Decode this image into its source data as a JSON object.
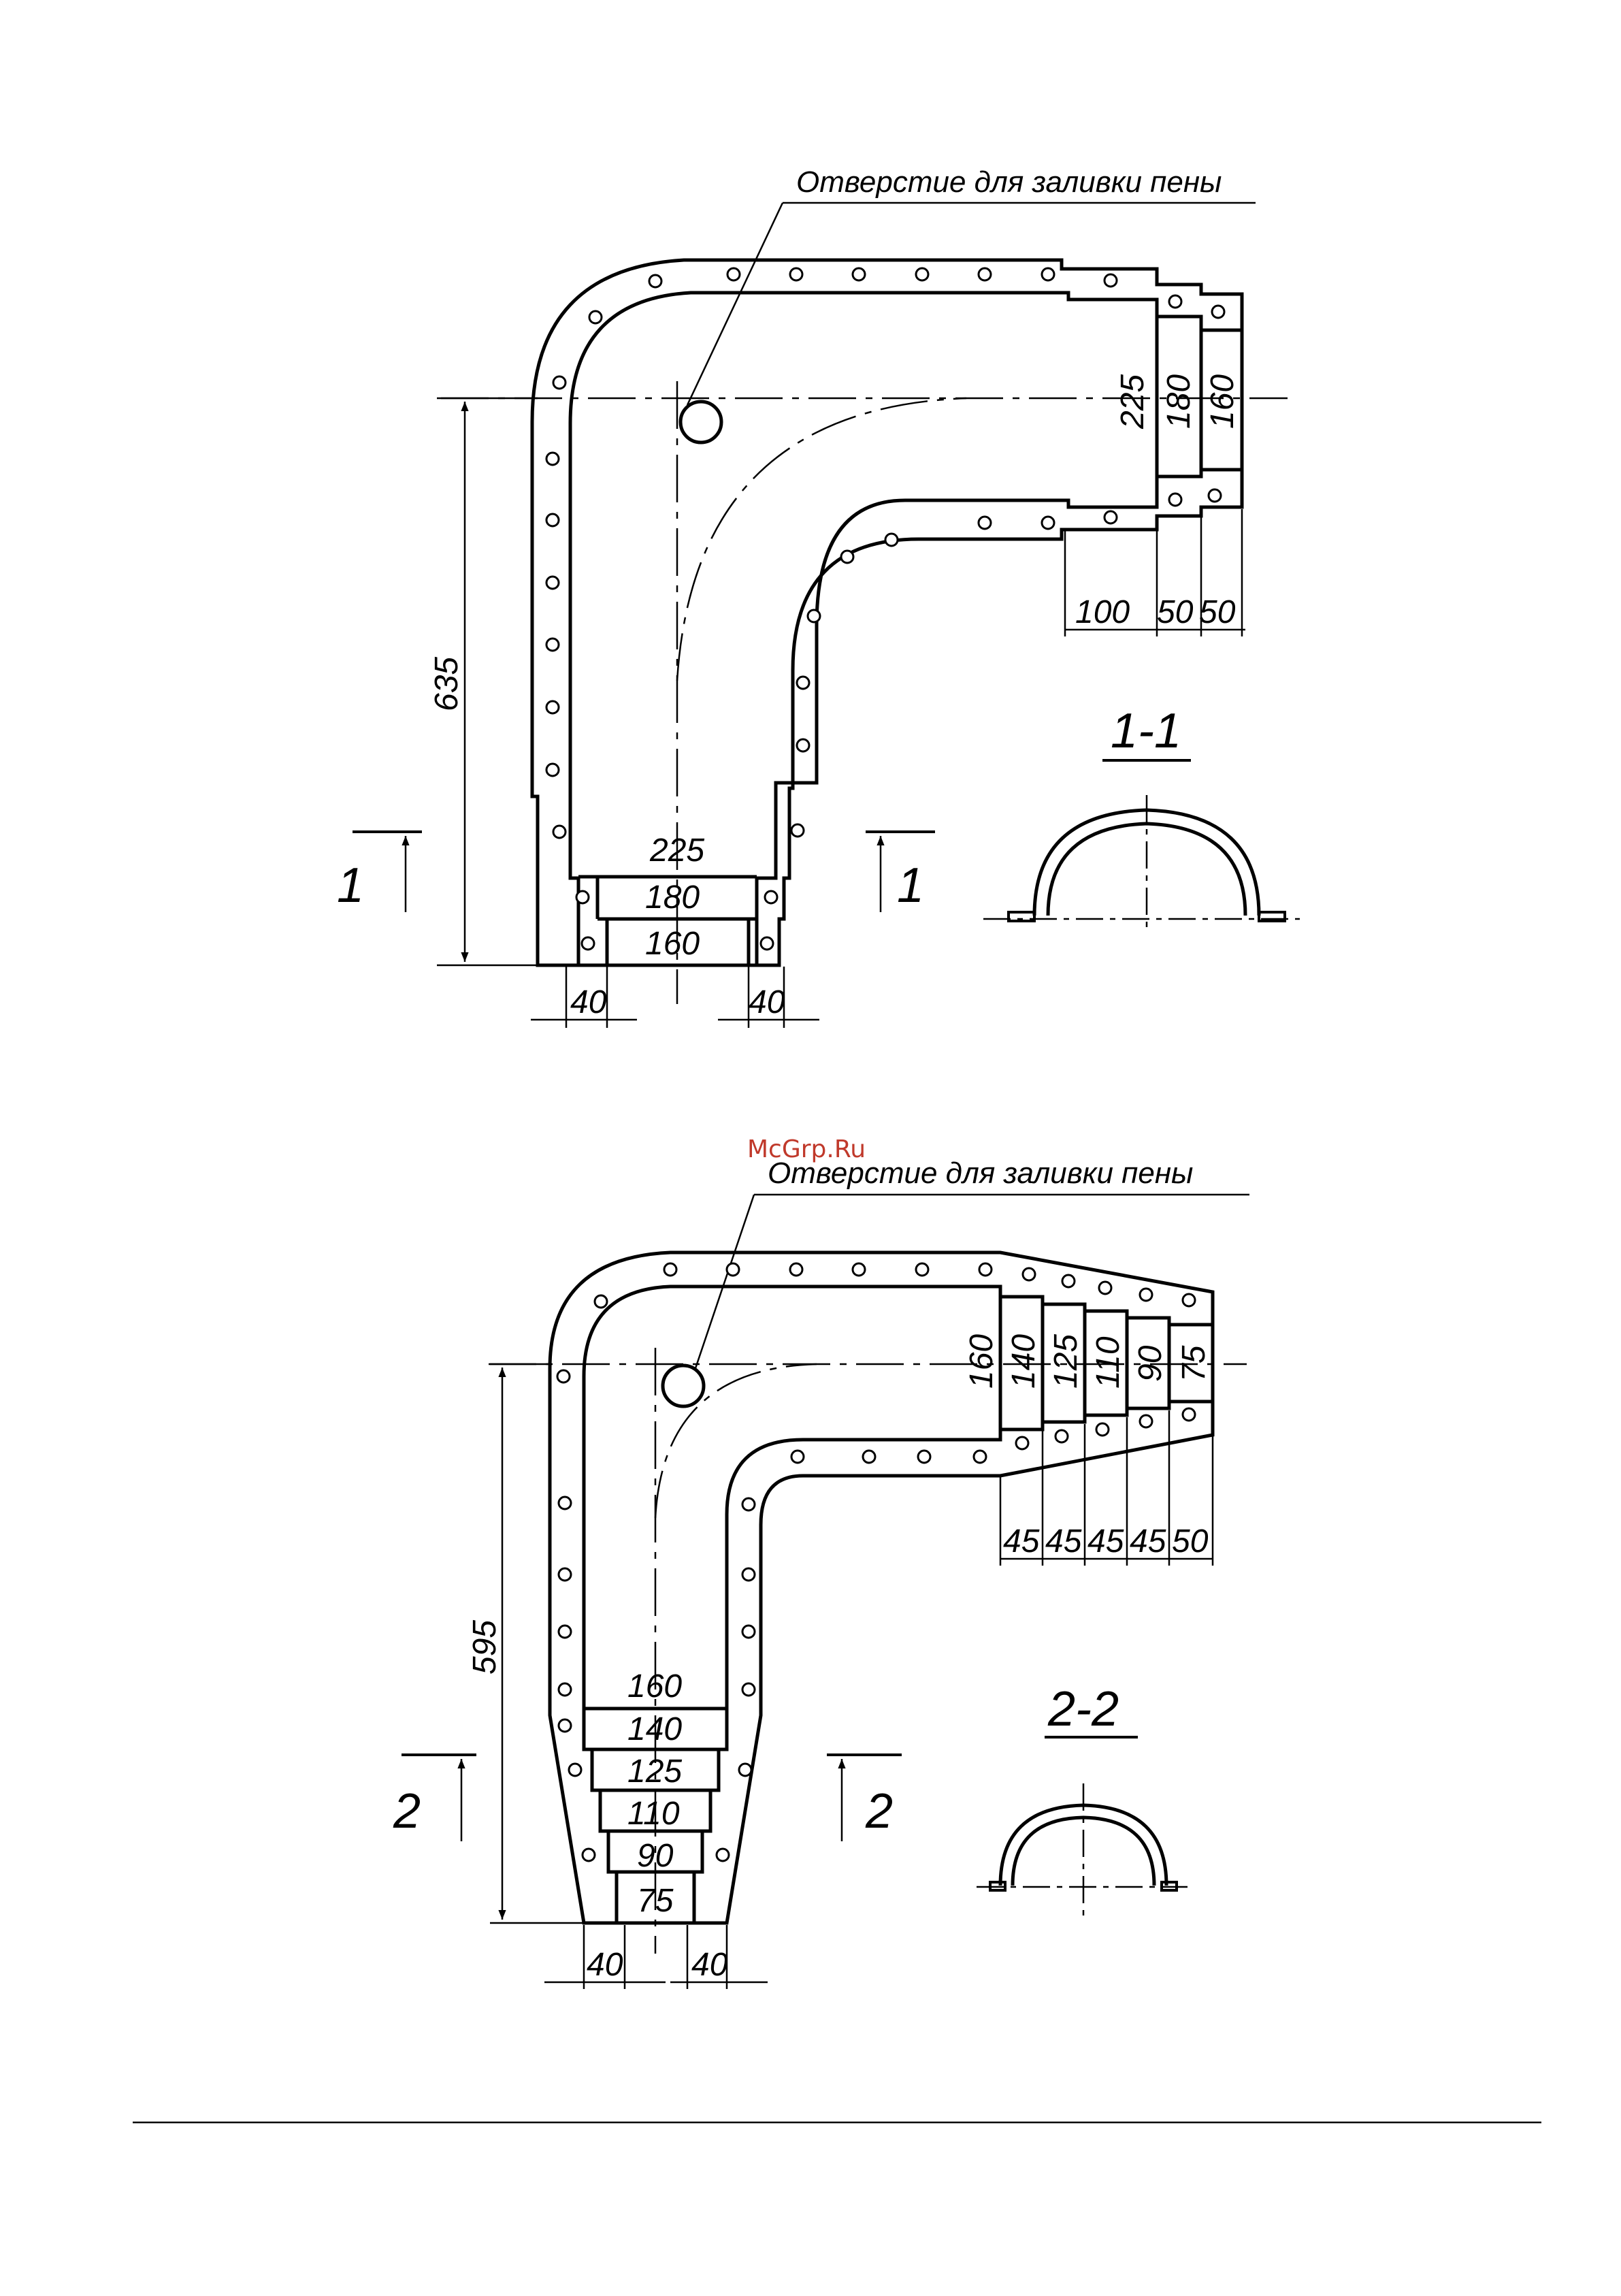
{
  "watermark": "McGrp.Ru",
  "drawing_1": {
    "callout": "Отверстие для заливки пены",
    "overall_dim": "635",
    "bottom_sizes": [
      "225",
      "180",
      "160"
    ],
    "right_sizes": [
      "225",
      "180",
      "160"
    ],
    "right_steps": [
      "100",
      "50",
      "50"
    ],
    "bottom_margins": [
      "40",
      "40"
    ],
    "cut_marks": [
      "1",
      "1"
    ],
    "section_title": "1-1"
  },
  "drawing_2": {
    "callout": "Отверстие для заливки пены",
    "overall_dim": "595",
    "bottom_sizes": [
      "160",
      "140",
      "125",
      "110",
      "90",
      "75"
    ],
    "right_sizes": [
      "160",
      "140",
      "125",
      "110",
      "90",
      "75"
    ],
    "right_steps": [
      "45",
      "45",
      "45",
      "45",
      "50"
    ],
    "bottom_margins": [
      "40",
      "40"
    ],
    "cut_marks": [
      "2",
      "2"
    ],
    "section_title": "2-2"
  }
}
